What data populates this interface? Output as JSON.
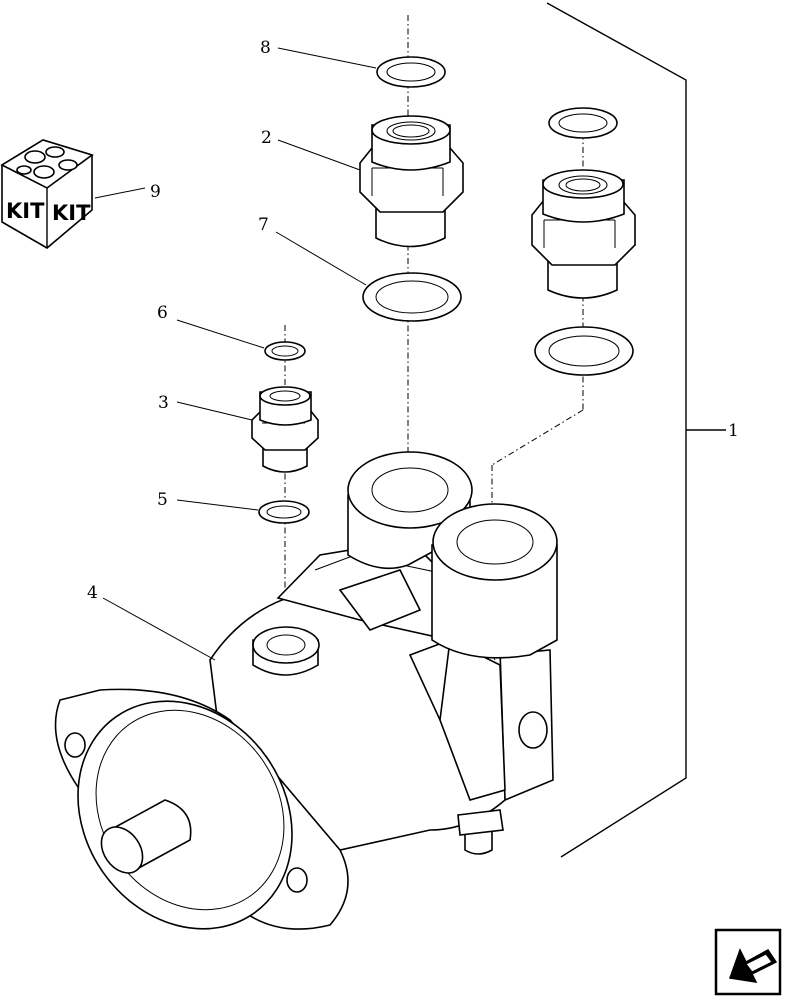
{
  "diagram": {
    "callouts": [
      {
        "id": "1",
        "label": "1"
      },
      {
        "id": "2",
        "label": "2"
      },
      {
        "id": "3",
        "label": "3"
      },
      {
        "id": "4",
        "label": "4"
      },
      {
        "id": "5",
        "label": "5"
      },
      {
        "id": "6",
        "label": "6"
      },
      {
        "id": "7",
        "label": "7"
      },
      {
        "id": "8",
        "label": "8"
      },
      {
        "id": "9",
        "label": "9"
      }
    ],
    "kit_box": {
      "face_left_text": "KIT",
      "face_right_text": "KIT"
    },
    "nav_icon": "previous-page-arrow-icon"
  }
}
